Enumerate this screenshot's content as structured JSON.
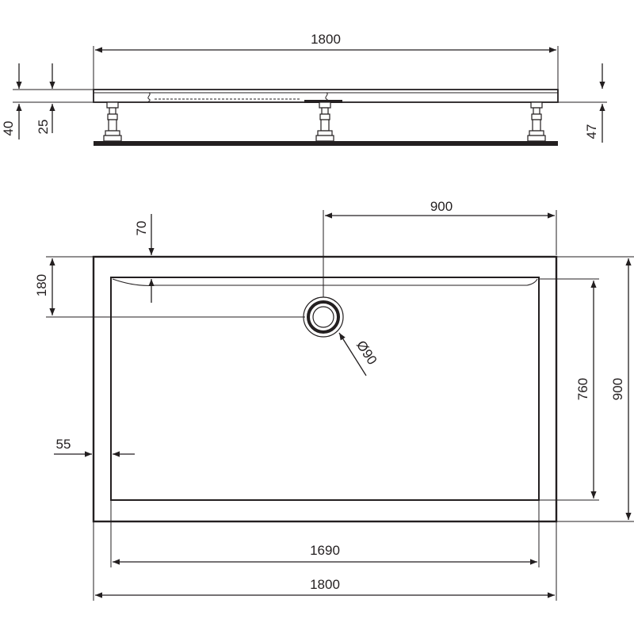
{
  "side_view": {
    "overall_length": "1800",
    "total_height": "40",
    "tray_thickness": "25",
    "leg_height": "47"
  },
  "plan_view": {
    "drain_offset_x": "900",
    "drain_offset_y": "180",
    "rim_offset": "70",
    "drain_diameter": "Ø90",
    "rim_side_width": "55",
    "inner_width": "760",
    "overall_width": "900",
    "inner_length": "1690",
    "overall_length": "1800"
  }
}
